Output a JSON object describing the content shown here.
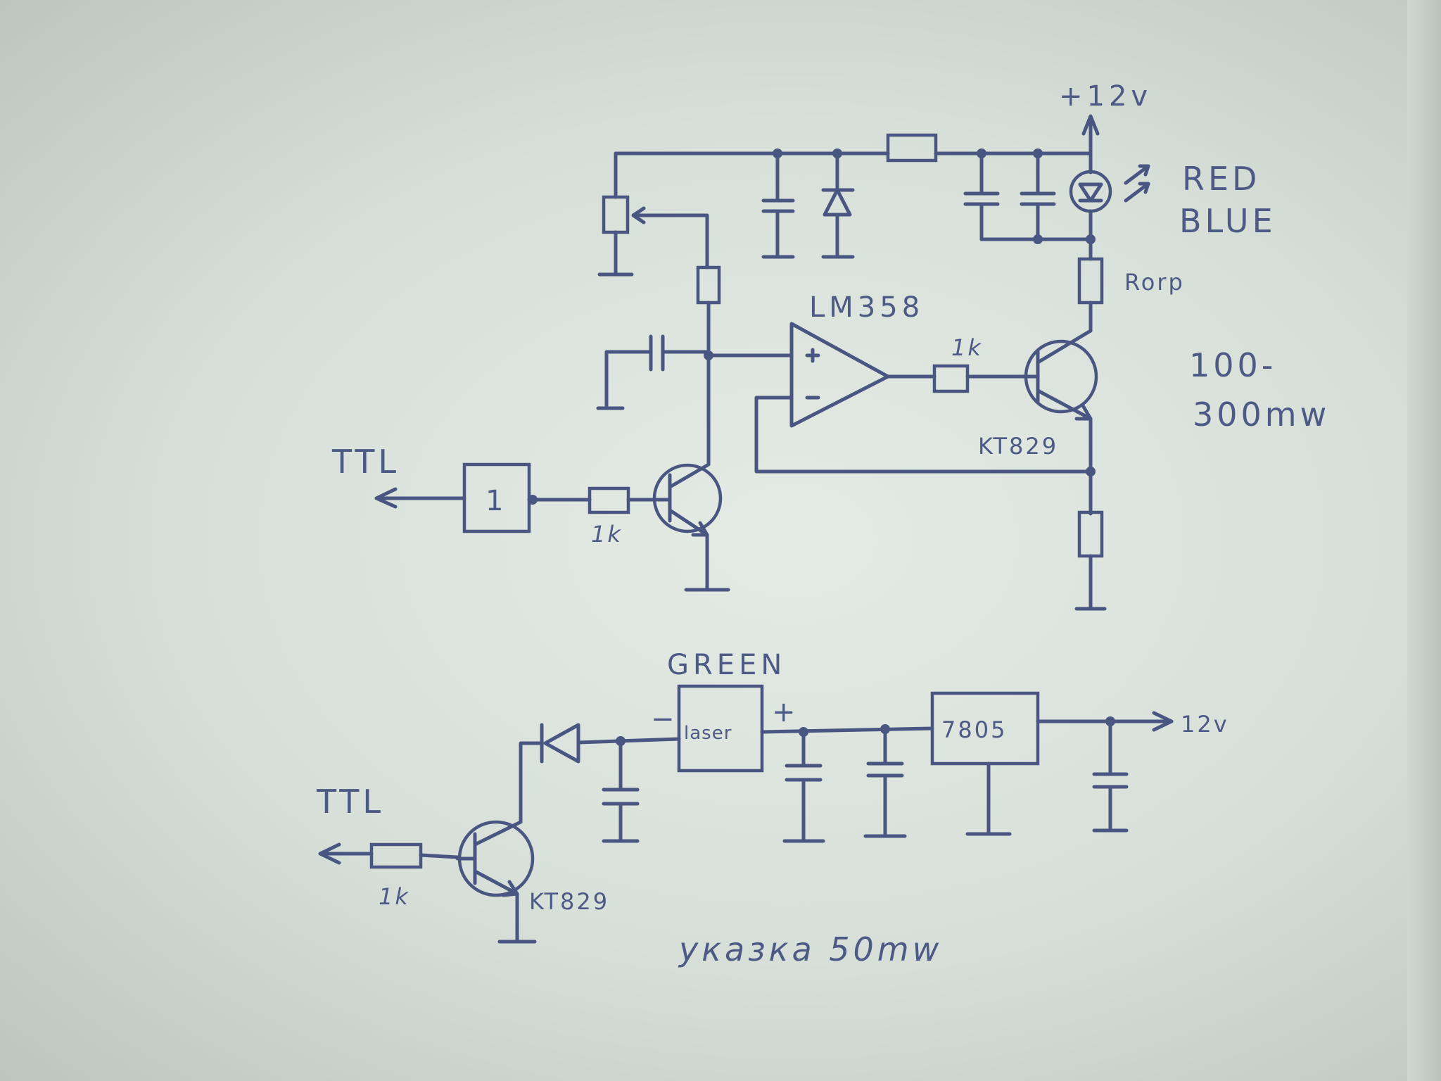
{
  "labels": {
    "supply_top": "+12v",
    "led_colors_1": "RED",
    "led_colors_2": "BLUE",
    "r_limit": "Rorp",
    "opamp": "LM358",
    "r_base_top": "1k",
    "power_1": "100-",
    "power_2": "300mw",
    "transistor_top": "KT829",
    "ttl_top": "TTL",
    "inverter": "1",
    "r_input_top": "1k",
    "green_label": "GREEN",
    "laser_box": "laser",
    "laser_minus": "−",
    "laser_plus": "+",
    "regulator": "7805",
    "supply_bottom": "12v",
    "ttl_bottom": "TTL",
    "r_input_bottom": "1k",
    "transistor_bottom": "KT829",
    "caption": "указка 50mw"
  },
  "colors": {
    "ink": "#4a5682",
    "paper": "#dfe6e0"
  }
}
